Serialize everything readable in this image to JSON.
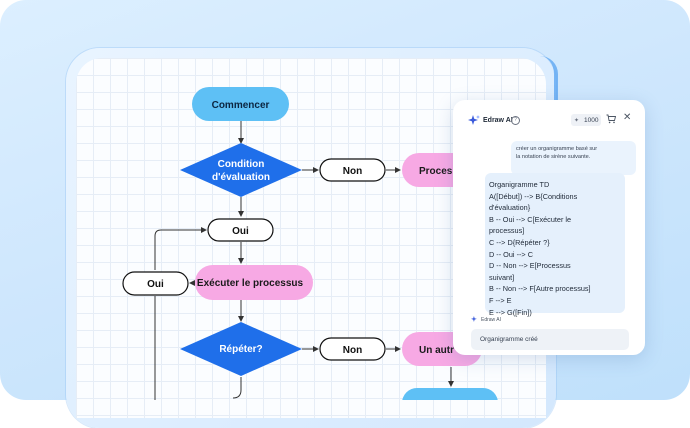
{
  "flowchart": {
    "start": "Commencer",
    "condition": [
      "Condition",
      "d'évaluation"
    ],
    "no1": "Non",
    "process_cut": "Proces",
    "yes1": "Oui",
    "loop_yes": "Oui",
    "execute": "Exécuter le processus",
    "repeat": "Répéter?",
    "no2": "Non",
    "other_cut": "Un autr"
  },
  "panel": {
    "title": "Edraw AI",
    "help": "?",
    "credits": "1000",
    "close": "✕",
    "user_message": [
      "créer un organigramme basé sur",
      "la notation de sirène suivante."
    ],
    "ai_response": [
      "Organigramme TD",
      "A([Début]) --> B{Conditions",
      "d'évaluation}",
      "B -- Oui --> C[Exécuter le",
      "processus]",
      "C --> D{Répéter ?}",
      "D -- Oui --> C",
      "D -- Non --> E[Processus",
      "suivant]",
      "B -- Non --> F[Autre processus]",
      "F --> E",
      "E --> G([Fin])"
    ],
    "ai_tag": "Edraw AI",
    "result": "Organigramme créé"
  },
  "colors": {
    "start_node": "#5ec0f5",
    "decision": "#1f6fea",
    "process": "#f7a9e4",
    "outline": "#111111",
    "accent": "#3b82f6"
  }
}
